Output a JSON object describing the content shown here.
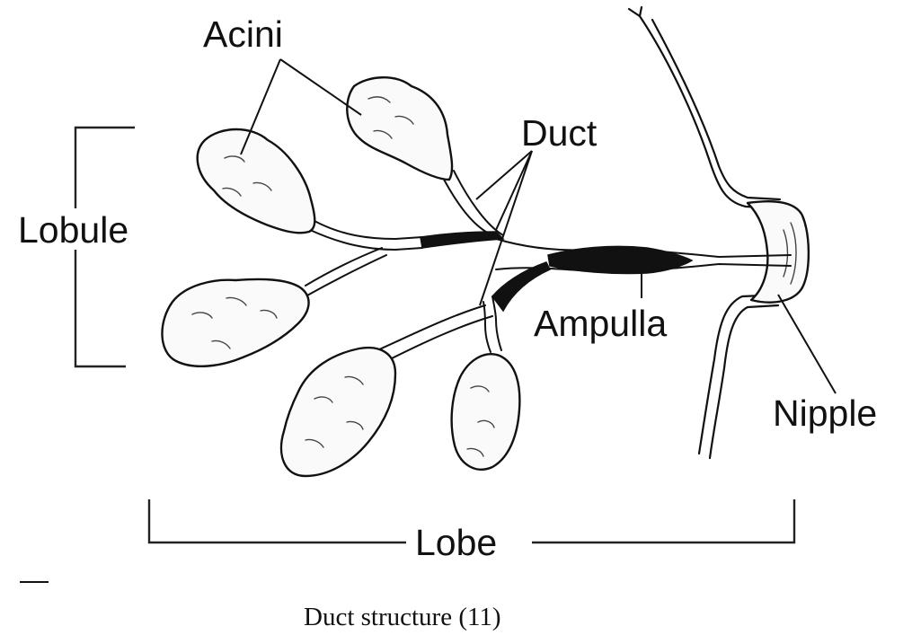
{
  "labels": {
    "acini": "Acini",
    "duct": "Duct",
    "lobule": "Lobule",
    "ampulla": "Ampulla",
    "nipple": "Nipple",
    "lobe": "Lobe"
  },
  "caption": "Duct structure (11)"
}
